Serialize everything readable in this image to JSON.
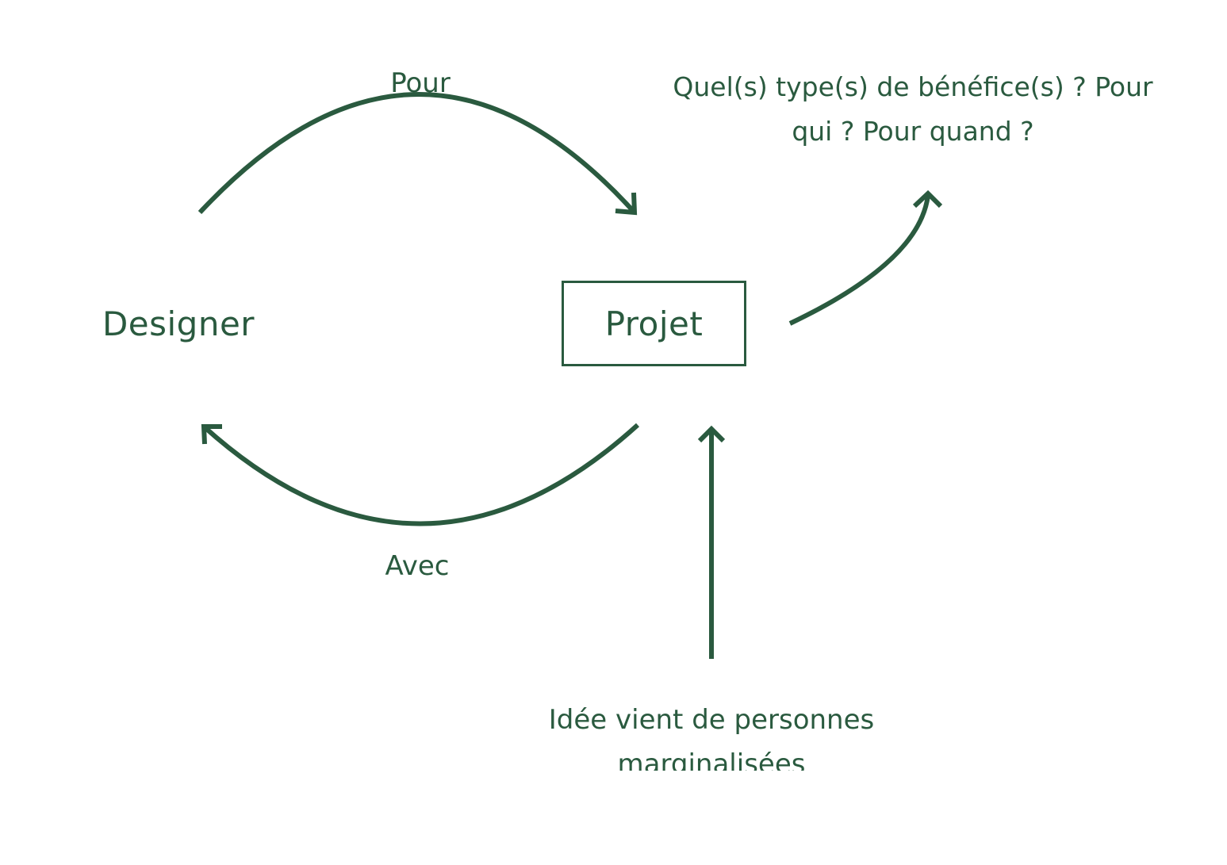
{
  "colors": {
    "ink": "#2a5a3f",
    "background": "#ffffff"
  },
  "nodes": {
    "designer": "Designer",
    "projet": "Projet"
  },
  "edges": {
    "pour": "Pour",
    "avec": "Avec"
  },
  "notes": {
    "benefice": "Quel(s) type(s) de bénéfice(s) ? Pour qui ? Pour quand ?",
    "idee": "Idée vient de personnes marginalisées"
  }
}
